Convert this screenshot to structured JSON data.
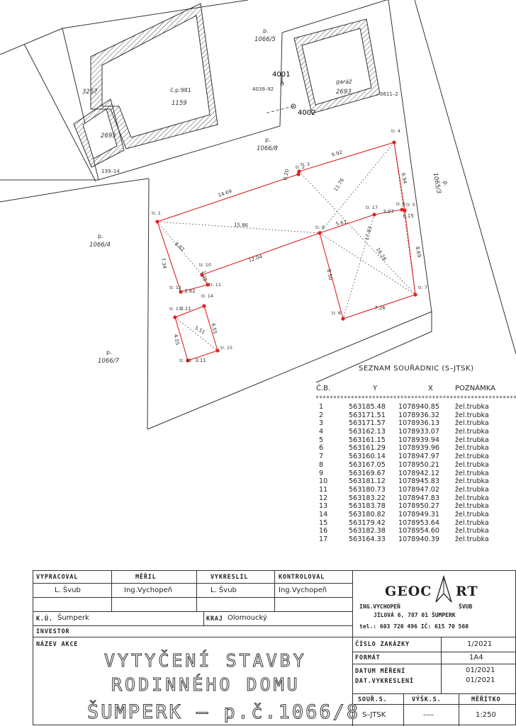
{
  "plan": {
    "parcel_labels": [
      "1066/5",
      "1066/8",
      "1066/4",
      "1066/7",
      "1065/3",
      "3267",
      "2695",
      "2693"
    ],
    "parcel_prefix": "p.",
    "building_house": {
      "cp": "č.p.981",
      "num": "1159"
    },
    "garage": {
      "name": "garáž",
      "num": "2693"
    },
    "stations": [
      "4001",
      "4002"
    ],
    "ref_labels": [
      "4039–92",
      "3611–2",
      "139–14"
    ],
    "measures": [
      "14.69",
      "9.92",
      "0.20",
      "6.94",
      "11.76",
      "15.86",
      "5.61",
      "3.07",
      "0.15",
      "17.83",
      "16.28",
      "8.82",
      "7.34",
      "12.04",
      "1.25",
      "2.62",
      "8.50",
      "8.69",
      "7.26",
      "3.11",
      "5.51",
      "4.55",
      "4.55",
      "3.11"
    ],
    "point_prefix": "tr.",
    "point_ids": [
      "1",
      "2",
      "3",
      "4",
      "5",
      "6",
      "7",
      "8",
      "9",
      "10",
      "11",
      "12",
      "13",
      "14",
      "15",
      "16",
      "17"
    ]
  },
  "coords": {
    "title": "SEZNAM  SOUŘADNIC (S–JTSK)",
    "headers": [
      "Č.B.",
      "Y",
      "X",
      "POZNÁMKA"
    ],
    "rows": [
      [
        "1",
        "563185.48",
        "1078940.85",
        "žel.trubka"
      ],
      [
        "2",
        "563171.51",
        "1078936.32",
        "žel.trubka"
      ],
      [
        "3",
        "563171.57",
        "1078936.13",
        "žel.trubka"
      ],
      [
        "4",
        "563162.13",
        "1078933.07",
        "žel.trubka"
      ],
      [
        "5",
        "563161.15",
        "1078939.94",
        "žel.trubka"
      ],
      [
        "6",
        "563161.29",
        "1078939.96",
        "žel.trubka"
      ],
      [
        "7",
        "563160.14",
        "1078947.97",
        "žel.trubka"
      ],
      [
        "8",
        "563167.05",
        "1078950.21",
        "žel.trubka"
      ],
      [
        "9",
        "563169.67",
        "1078942.12",
        "žel.trubka"
      ],
      [
        "10",
        "563181.12",
        "1078945.83",
        "žel.trubka"
      ],
      [
        "11",
        "563180.73",
        "1078947.02",
        "žel.trubka"
      ],
      [
        "12",
        "563183.22",
        "1078947.83",
        "žel.trubka"
      ],
      [
        "13",
        "563183.78",
        "1078950.27",
        "žel.trubka"
      ],
      [
        "14",
        "563180.82",
        "1078949.31",
        "žel.trubka"
      ],
      [
        "15",
        "563179.42",
        "1078953.64",
        "žel.trubka"
      ],
      [
        "16",
        "563182.38",
        "1078954.60",
        "žel.trubka"
      ],
      [
        "17",
        "563164.33",
        "1078940.39",
        "žel.trubka"
      ]
    ]
  },
  "titleblock": {
    "vypracoval_label": "VYPRACOVAL",
    "vypracoval": "L. Švub",
    "meril_label": "MĚŘIL",
    "meril": "Ing.Vychopeň",
    "vykreslil_label": "VYKRESLIL",
    "vykreslil": "L. Švub",
    "kontroloval_label": "KONTROLOVAL",
    "kontroloval": "Ing.Vychopeň",
    "ku_label": "K.Ú.",
    "ku": "Šumperk",
    "kraj_label": "KRAJ",
    "kraj": "Olomoucký",
    "investor_label": "INVESTOR",
    "akce_label": "NÁZEV AKCE",
    "akce_line1": "VYTYČENÍ STAVBY",
    "akce_line2": "RODINNÉHO DOMU",
    "akce_line3": "ŠUMPERK – p.č.1066/8",
    "logo_left": "GEOC",
    "logo_right": "RT",
    "company_line1": "ING.VYCHOPEŇ",
    "company_line1b": "ŠVUB",
    "company_line2": "JÍLOVÁ 6, 787 01 ŠUMPERK",
    "company_line3": "tel.: 603 720 496   IČ: 615 70 560",
    "zakazka_label": "ČÍSLO ZAKÁZKY",
    "zakazka": "1/2021",
    "format_label": "FORMÁT",
    "format": "1A4",
    "datum_mereni_label": "DATUM MĚŘENÍ",
    "datum_mereni": "01/2021",
    "dat_vykresleni_label": "DAT.VYKRESLENÍ",
    "dat_vykresleni": "01/2021",
    "sour_label": "SOUŘ.S.",
    "sour": "S–JTSK",
    "vysk_label": "VÝŠK.S.",
    "vysk": "–––",
    "meritko_label": "MĚŘÍTKO",
    "meritko": "1:250"
  },
  "colors": {
    "stake": "#e02020",
    "line": "#333333"
  }
}
